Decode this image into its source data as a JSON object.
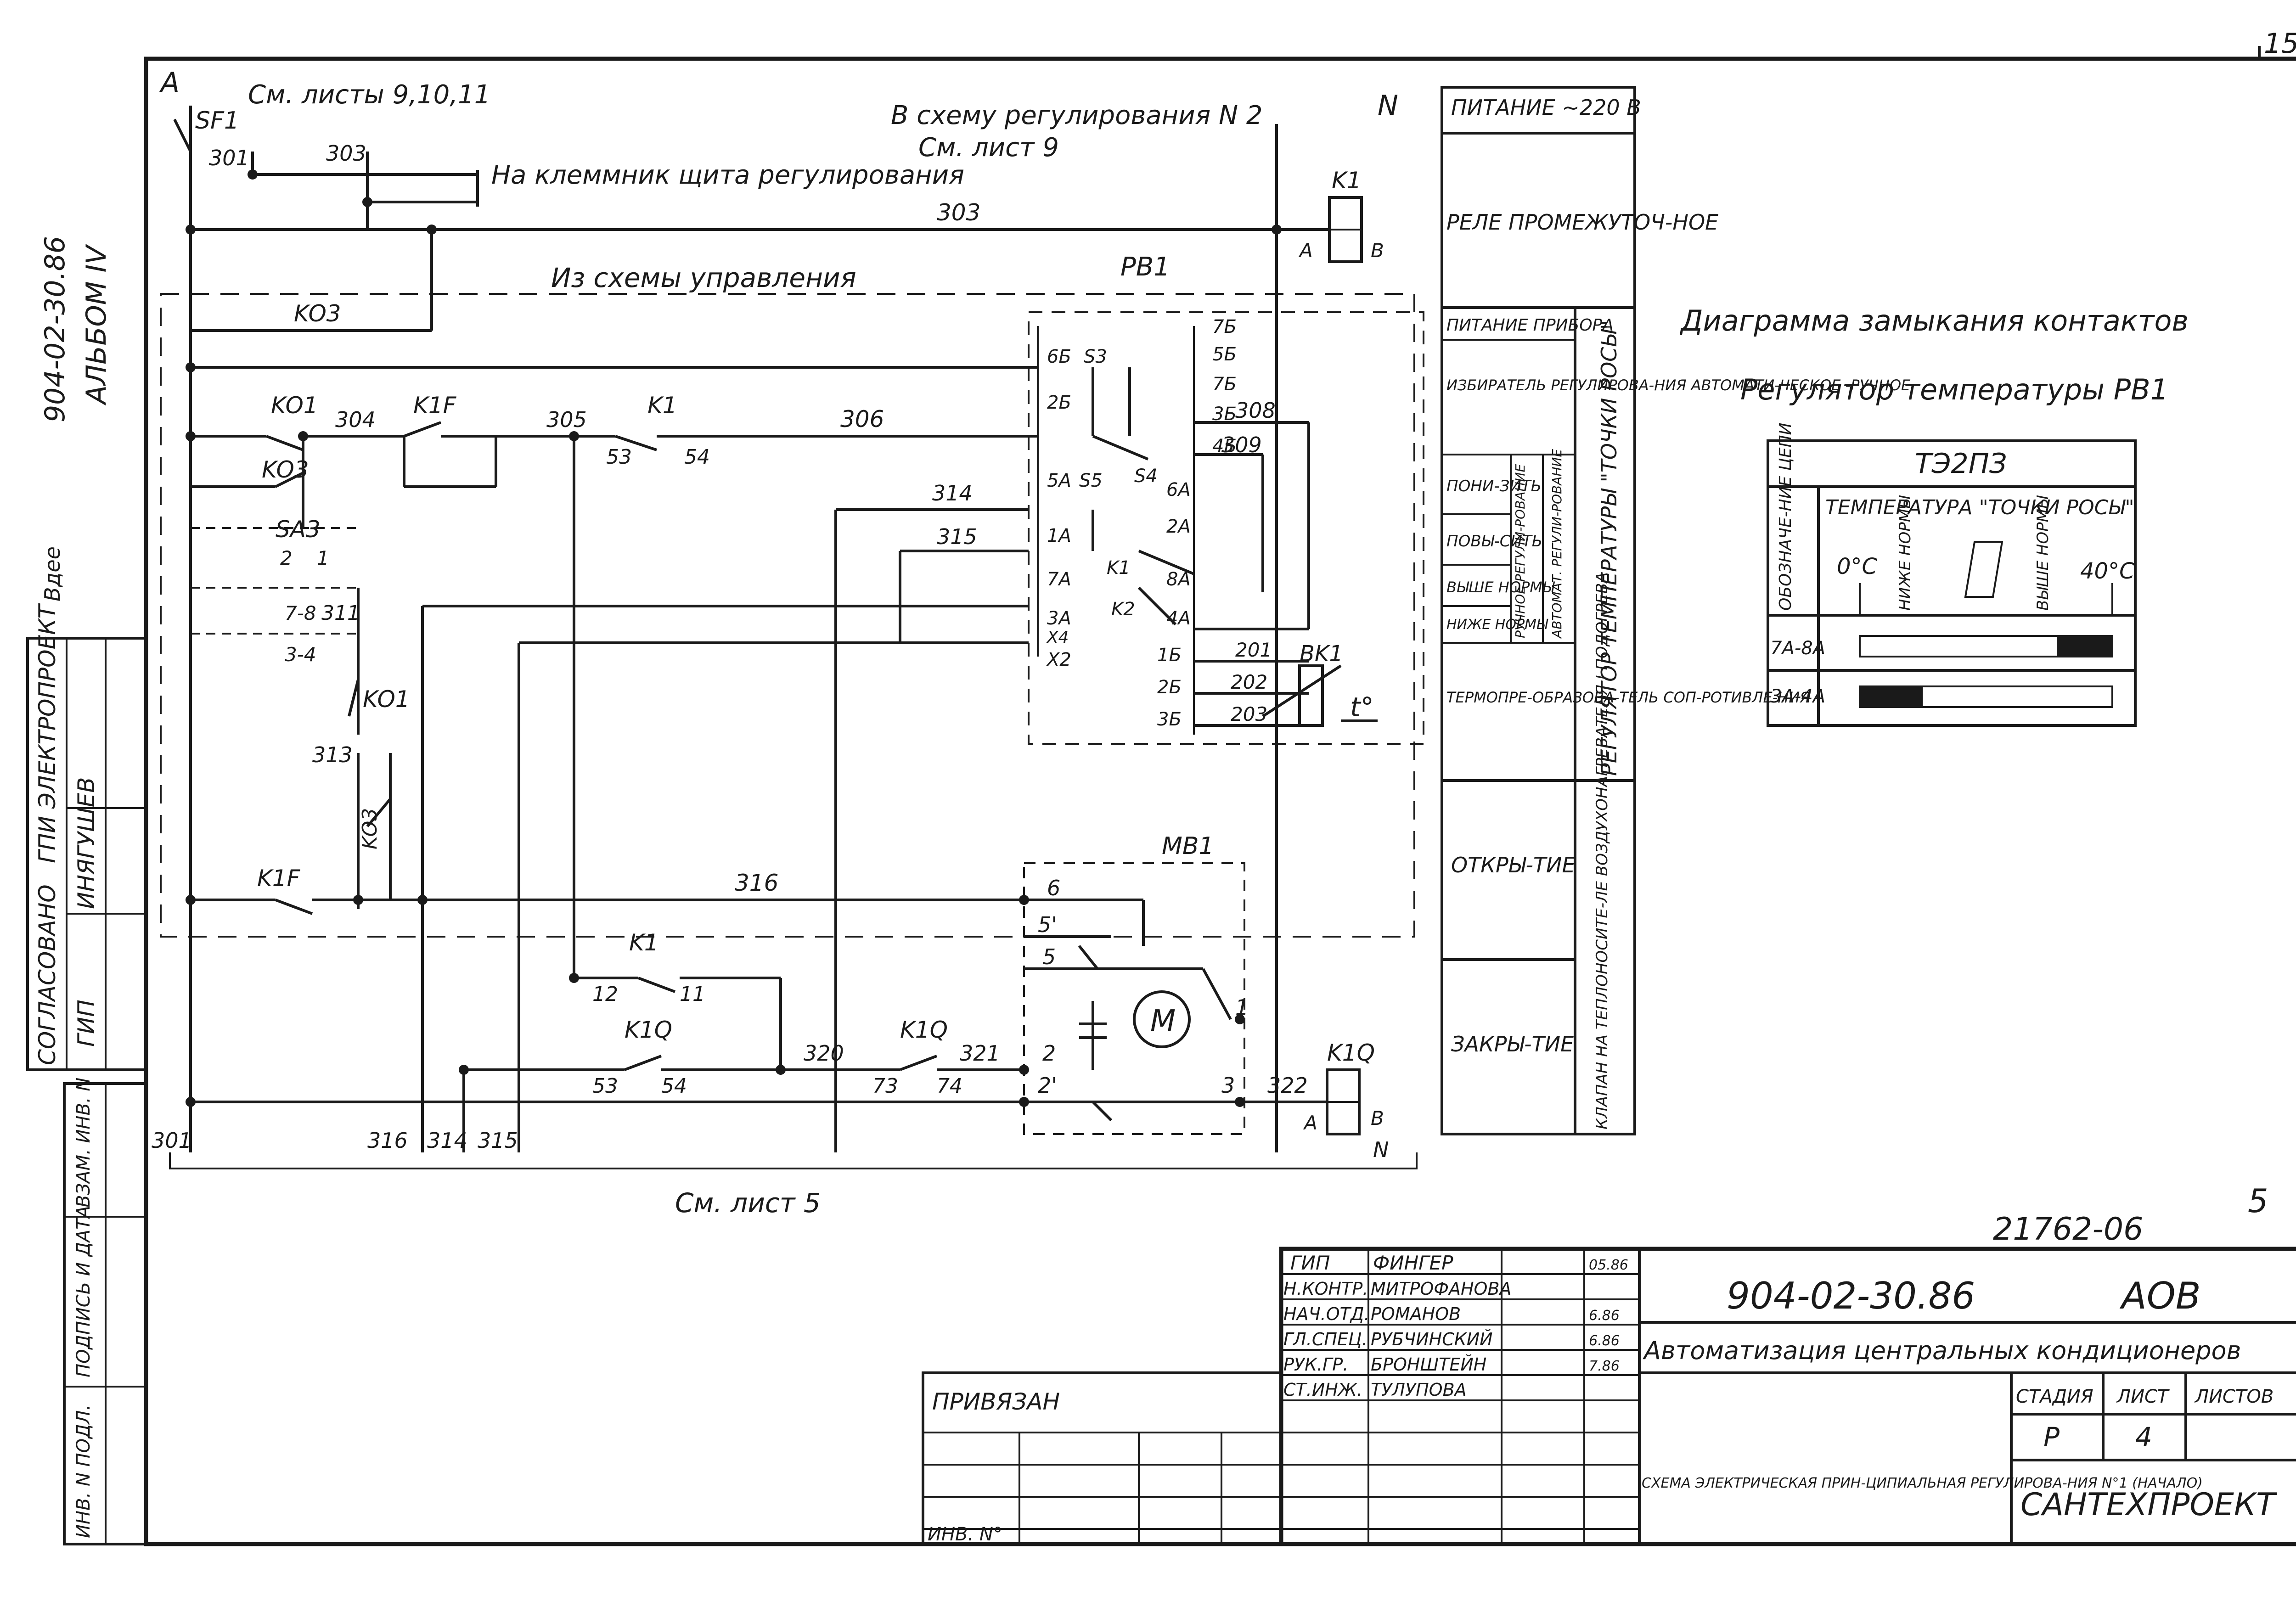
{
  "page_number": "15",
  "page_number_right": "5",
  "album": {
    "code": "904-02-30.86",
    "name": "АЛЬБОМ IV"
  },
  "coord_stamp": {
    "label": "СОГЛАСОВАНО",
    "org": "ГПИ ЭЛЕКТРОПРОЕКТ",
    "role": "ГИП",
    "name": "ИНЯГУШЕВ"
  },
  "left_strip": [
    "ВЗАМ. ИНВ. N",
    "ПОДПИСЬ И ДАТА",
    "ИНВ. N ПОДЛ."
  ],
  "schematic": {
    "phase": "A",
    "neutral": "N",
    "breaker": "SF1",
    "sheet_ref_top": "См. листы 9,10,11",
    "terminal_note": "На клеммник щита регулирования",
    "reg_ref1": "В схему регулирования N 2",
    "reg_ref2": "См. лист 9",
    "control_ref": "Из схемы управления",
    "bottom_ref": "См. лист 5",
    "wires": [
      "301",
      "303",
      "304",
      "305",
      "306",
      "308",
      "309",
      "311",
      "313",
      "314",
      "315",
      "316",
      "320",
      "321",
      "322",
      "201",
      "202",
      "203"
    ],
    "contacts": [
      "KO1",
      "KO3",
      "K1F",
      "K1",
      "K1Q",
      "SA3",
      "KO1",
      "KO3",
      "K1F",
      "K1",
      "K1Q"
    ],
    "terminals_k1": [
      "53",
      "54",
      "12",
      "11"
    ],
    "terminals_k1q": [
      "53",
      "54",
      "73",
      "74"
    ],
    "sa3": {
      "label": "SA3",
      "pos": [
        "2",
        "1",
        "7-8",
        "3-4"
      ]
    },
    "relay_k1": {
      "name": "K1",
      "a": "A",
      "b": "B"
    },
    "relay_k1q": {
      "name": "K1Q",
      "a": "A",
      "b": "B"
    },
    "regulator": {
      "name": "PB1",
      "pins": [
        "7Б",
        "5Б",
        "7Б",
        "3Б",
        "4Б",
        "6Б",
        "S3",
        "2Б",
        "5А",
        "S5",
        "S4",
        "6А",
        "1А",
        "2А",
        "7А",
        "8А",
        "3А",
        "4А",
        "X4",
        "X2",
        "1Б",
        "2Б",
        "3Б"
      ],
      "k1": "K1",
      "k2": "K2"
    },
    "sensor": {
      "name": "BK1",
      "sym": "t°"
    },
    "motor": {
      "name": "MB1",
      "sym": "M",
      "terms": [
        "6",
        "5'",
        "5",
        "1",
        "2",
        "2'",
        "3"
      ]
    },
    "bottom_wires": [
      "301",
      "316",
      "314",
      "315"
    ]
  },
  "function_table": [
    {
      "text": "ПИТАНИЕ ~220 В"
    },
    {
      "text": "РЕЛЕ ПРОМЕЖУТОЧ-НОЕ"
    },
    {
      "text": "ПИТАНИЕ ПРИБОРА"
    },
    {
      "text": "ИЗБИРАТЕЛЬ РЕГУЛИРОВА-НИЯ АВТОМАТИ-ЧЕСКОЕ -РУЧНОЕ"
    },
    {
      "text": "ПОНИ-ЗИТЬ"
    },
    {
      "text": "ПОВЫ-СИТЬ"
    },
    {
      "text": "ВЫШЕ НОРМЫ"
    },
    {
      "text": "НИЖЕ НОРМЫ"
    },
    {
      "text": "ТЕРМОПРЕ-ОБРАЗОВА-ТЕЛЬ СОП-РОТИВЛЕ-НИЯ"
    },
    {
      "text": "ОТКРЫ-ТИЕ"
    },
    {
      "text": "ЗАКРЫ-ТИЕ"
    }
  ],
  "function_side": {
    "regulator": "РЕГУЛЯТОР ТЕМПЕРАТУРЫ \"ТОЧКИ РОСЫ\"",
    "sub1": "РУЧНОЕ РЕГУЛИ-РОВАНИЕ",
    "sub2": "АВТОМАТ. РЕГУЛИ-РОВАНИЕ",
    "valve": "КЛАПАН НА ТЕПЛОНОСИТЕ-ЛЕ ВОЗДУХОНАГРЕВАТЕЛЯ I ПОДОГРЕВА"
  },
  "diagram_panel": {
    "title1": "Диаграмма замыкания контактов",
    "title2": "Регулятор температуры PB1",
    "model": "ТЭ2ПЗ",
    "col_head": "ОБОЗНАЧЕ-НИЕ ЦЕПИ",
    "temp_head": "ТЕМПЕРАТУРА \"ТОЧКИ РОСЫ\"",
    "t0": "0°C",
    "t1": "40°C",
    "below": "НИЖЕ НОРМЫ",
    "above": "ВЫШЕ НОРМЫ",
    "rows": [
      {
        "circuit": "7А-8А",
        "closed_from": 0.78,
        "closed_to": 1.0
      },
      {
        "circuit": "3А-4А",
        "closed_from": 0.0,
        "closed_to": 0.25
      }
    ]
  },
  "title_block": {
    "drawing_no": "21762-06",
    "doc_code": "904-02-30.86",
    "doc_suffix": "АОВ",
    "roles": [
      {
        "role": "ГИП",
        "name": "ФИНГЕР",
        "date": "05.86"
      },
      {
        "role": "Н.КОНТР.",
        "name": "МИТРОФАНОВА",
        "date": ""
      },
      {
        "role": "НАЧ.ОТД.",
        "name": "РОМАНОВ",
        "date": "6.86"
      },
      {
        "role": "ГЛ.СПЕЦ.",
        "name": "РУБЧИНСКИЙ",
        "date": "6.86"
      },
      {
        "role": "РУК.ГР.",
        "name": "БРОНШТЕЙН",
        "date": "7.86"
      },
      {
        "role": "СТ.ИНЖ.",
        "name": "ТУЛУПОВА",
        "date": ""
      }
    ],
    "project": "Автоматизация центральных кондиционеров",
    "sheet_title": "СХЕМА ЭЛЕКТРИЧЕСКАЯ ПРИН-ЦИПИАЛЬНАЯ РЕГУЛИРОВА-НИЯ N°1 (НАЧАЛО)",
    "stage_head": "СТАДИЯ",
    "sheet_head": "ЛИСТ",
    "sheets_head": "ЛИСТОВ",
    "stage": "Р",
    "sheet": "4",
    "sheets": "",
    "org": "САНТЕХПРОЕКТ",
    "linked": "ПРИВЯЗАН",
    "inv": "ИНВ. N°"
  }
}
